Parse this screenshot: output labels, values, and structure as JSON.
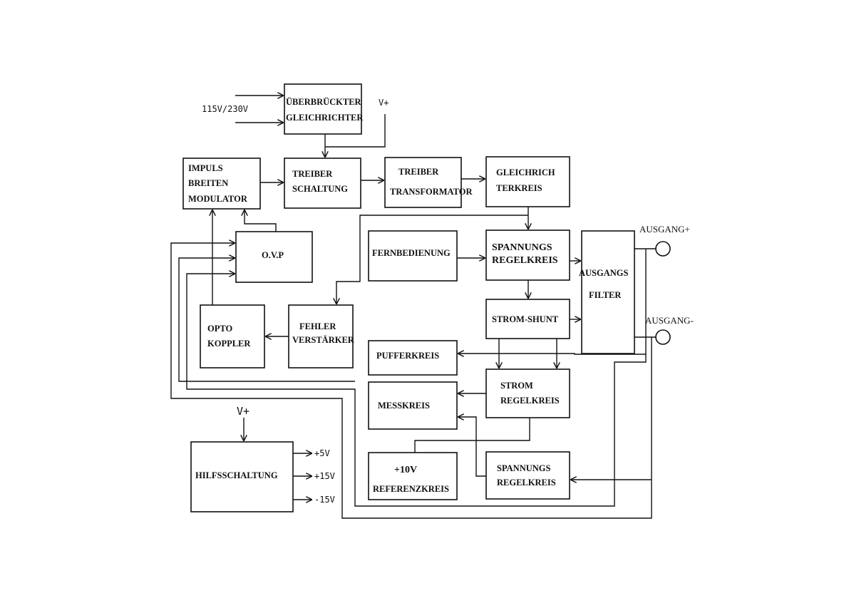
{
  "blocks": {
    "bridged_rectifier": [
      "ÜBERBRÜCKTER",
      "GLEICHRICHTER"
    ],
    "pwm": [
      "IMPULS",
      "BREITEN",
      "MODULATOR"
    ],
    "driver_circuit": [
      "TREIBER",
      "SCHALTUNG"
    ],
    "driver_transformer": [
      "TREIBER",
      "TRANSFORMATOR"
    ],
    "rectifier_circuit": [
      "GLEICHRICH",
      "TERKREIS"
    ],
    "ovp": [
      "O.V.P"
    ],
    "remote_control": [
      "FERNBEDIENUNG"
    ],
    "voltage_control": [
      "SPANNUNGS",
      "REGELKREIS"
    ],
    "output_filter": [
      "AUSGANGS",
      "FILTER"
    ],
    "current_shunt": [
      "STROM-SHUNT"
    ],
    "opto_coupler": [
      "OPTO",
      "KOPPLER"
    ],
    "error_amp": [
      "FEHLER",
      "VERSTÄRKER"
    ],
    "buffer": [
      "PUFFERKREIS"
    ],
    "current_control": [
      "STROM",
      "REGELKREIS"
    ],
    "measure": [
      "MESSKREIS"
    ],
    "reference": [
      "+10V",
      "REFERENZKREIS"
    ],
    "voltage_control_2": [
      "SPANNUNGS",
      "REGELKREIS"
    ],
    "aux_supply": [
      "HILFSSCHALTUNG"
    ]
  },
  "labels": {
    "mains_input": "115V/230V",
    "vplus_top": "V+",
    "vplus_aux": "V+",
    "output_plus": "AUSGANG+",
    "output_minus": "AUSGANG-",
    "aux_out_5v": "+5V",
    "aux_out_15v": "+15V",
    "aux_out_neg15v": "-15V"
  }
}
